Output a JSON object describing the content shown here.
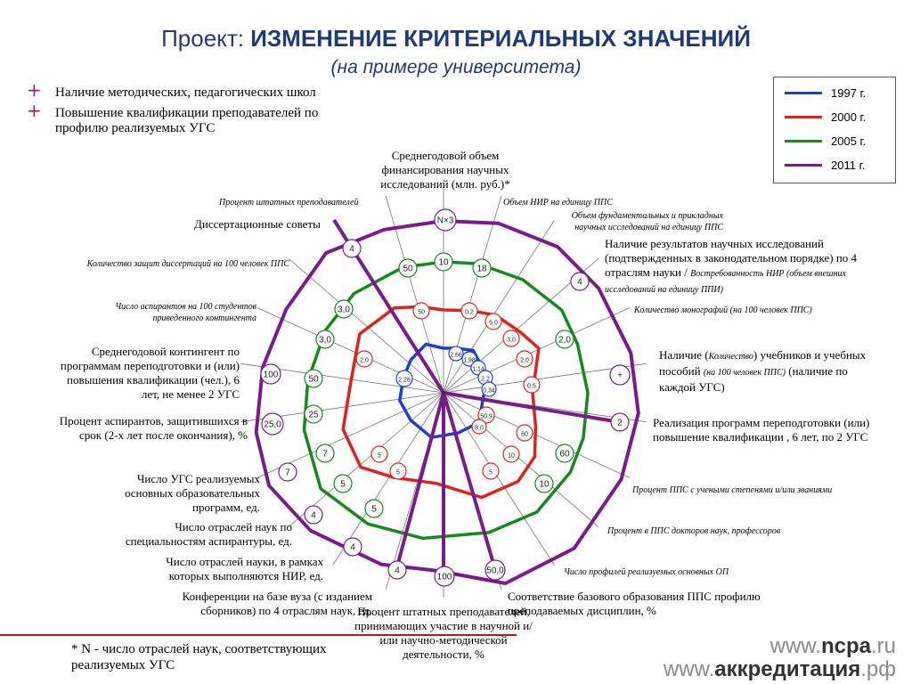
{
  "title": {
    "prefix": "Проект: ",
    "main": "ИЗМЕНЕНИЕ КРИТЕРИАЛЬНЫХ ЗНАЧЕНИЙ",
    "subtitle": "(на примере университета)"
  },
  "bullets": [
    {
      "mark": "+",
      "text": "Наличие методических, педагогических школ"
    },
    {
      "mark": "+",
      "text": "Повышение квалификации преподавателей по профилю реализуемых УГС"
    }
  ],
  "colors": {
    "y1997": "#1c3fd6",
    "y2000": "#e0201c",
    "y2005": "#15891a",
    "y2011": "#7a1b8c",
    "title": "#1f3a77",
    "axis": "#777777"
  },
  "legend": [
    {
      "label": "1997 г.",
      "color": "#1c3fd6"
    },
    {
      "label": "2000 г.",
      "color": "#e0201c"
    },
    {
      "label": "2005 г.",
      "color": "#15891a"
    },
    {
      "label": "2011 г.",
      "color": "#7a1b8c"
    }
  ],
  "chart_data": {
    "type": "radar",
    "axes": [
      "Среднегодовой объем финансирования научных исследований (млн. руб.)*",
      "Объем НИР на единицу ППС",
      "Объем фундаментальных и прикладных научных исследований на единицу ППС",
      "Наличие результатов научных исследований (подтвержденных в законодательном порядке) по 4 отраслям науки",
      "Количество монографий (на 100 человек ППС)",
      "Наличие учебников и учебных пособий (наличие по каждой УГС)",
      "Реализация программ переподготовки (или) повышение квалификации, 6 лет, по 2 УГС",
      "Процент ППС с учеными степенями и/или званиями",
      "Процент в ППС докторов наук, профессоров",
      "Число профилей реализуемых основных ОП",
      "Соответствие базового образования ППС профилю преподаваемых дисциплин, %",
      "Процент штатных преподавателей, принимающих участие в научной и/или научно-методической деятельности, %",
      "Конференции на базе вуза (с изданием сборников) по 4 отраслям наук, ед.",
      "Число отраслей науки, в рамках которых выполняются НИР, ед.",
      "Число отраслей наук по специальностям аспирантуры, ед.",
      "Число УГС реализуемых основных образовательных программ, ед.",
      "Процент аспирантов, защитившихся в срок (2-х лет после окончания), %",
      "Среднегодовой контингент по программам переподготовки и (или) повышения квалификации (чел.), 6 лет, не менее 2 УГС",
      "Число аспирантов на 100 студентов приведенного контингента",
      "Количество защит диссертаций на 100 человек ППС",
      "Диссертационные советы",
      "Процент штатных преподавателей"
    ],
    "axis_labels": {
      "funding": "Среднегодовой объем финансирования научных исследований (млн. руб.)*",
      "nir": "Объем НИР на единицу ППС",
      "fund": "Объем фундаментальных и прикладных научных исследований на единицу ППС",
      "results_main": "Наличие результатов научных исследований (подтвержденных в законодательном порядке) по 4 отраслям науки / ",
      "results_sub": "Востребованность НИР (объем внешних исследований на единицу ППИ)",
      "mono": "Количество монографий (на 100 человек ППС)",
      "books_a": "Наличие (",
      "books_b": "Количество",
      "books_c": ") учебников и учебных пособий ",
      "books_d": "(на 100 человек ППС)",
      "books_e": " (наличие по каждой УГС)",
      "retrain": "Реализация программ переподготовки (или) повышение квалификации , 6 лет, по 2 УГС",
      "degree": "Процент ППС с учеными степенями и/или званиями",
      "doctors": "Процент в ППС докторов наук, профессоров",
      "profiles": "Число профилей реализуемых основных ОП",
      "base_ed": "Соответствие базового образования ППС профилю преподаваемых дисциплин, %",
      "staff_sci": "Процент штатных преподавателей, принимающих участие в научной и/или научно-методической деятельности, %",
      "conf": "Конференции на базе вуза (с изданием сборников) по 4 отраслям наук, ед.",
      "branches_nir": "Число отраслей науки, в рамках которых выполняются НИР, ед.",
      "branches_asp": "Число отраслей наук по специальностям аспирантуры, ед.",
      "ugs": "Число УГС реализуемых основных образовательных программ, ед.",
      "asp_def": "Процент аспирантов, защитившихся в срок (2-х лет после окончания), %",
      "contingent": "Среднегодовой контингент по программам переподготовки и (или) повышения квалификации (чел.), 6 лет, не менее 2 УГС",
      "asp100": "Число аспирантов на 100 студентов приведенного контингента",
      "defenses": "Количество защит диссертаций на 100 человек ППС",
      "councils": "Диссертационные советы",
      "staff_pct": "Процент штатных преподавателей"
    },
    "series": [
      {
        "name": "1997 г.",
        "color": "#1c3fd6",
        "labels": [
          "2,66",
          "1,98",
          "1,14",
          "2,2",
          "0,34",
          "2,28"
        ]
      },
      {
        "name": "2000 г.",
        "color": "#e0201c",
        "labels": [
          "0,2",
          "5,0",
          "3,0",
          "2,0",
          "0,5",
          "50,9",
          "8,0",
          "60",
          "10",
          "5",
          "5",
          "5",
          "2,0",
          "50"
        ]
      },
      {
        "name": "2005 г.",
        "color": "#15891a",
        "labels": [
          "10",
          "18",
          "2,0",
          "60",
          "10",
          "5",
          "5",
          "7",
          "25",
          "50",
          "3,0",
          "3,0",
          "50"
        ]
      },
      {
        "name": "2011 г.",
        "color": "#7a1b8c",
        "labels": [
          "N×3",
          "4",
          "+",
          "2",
          "50,0",
          "100",
          "4",
          "4",
          "4",
          "7",
          "25,0",
          "100",
          "4"
        ]
      }
    ]
  },
  "footnote": "* N - число отраслей наук, соответствующих реализуемых УГС",
  "brand": [
    {
      "prefix": "www.",
      "name": "ncpa",
      "suffix": ".ru"
    },
    {
      "prefix": "www.",
      "name": "аккредитация",
      "suffix": ".рф"
    }
  ]
}
